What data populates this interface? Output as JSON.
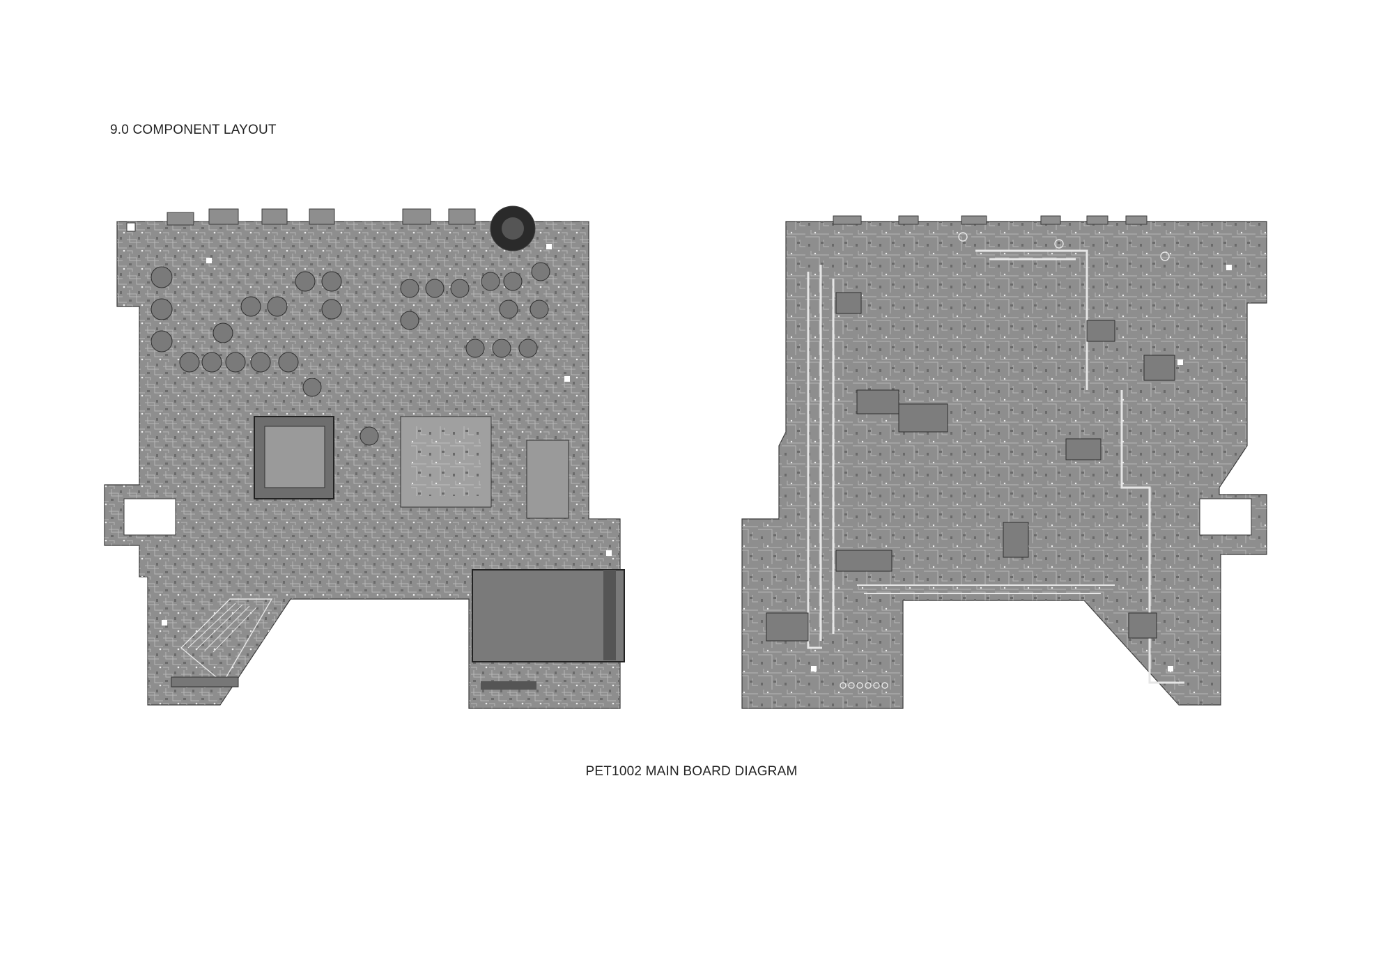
{
  "page": {
    "heading": "9.0 COMPONENT LAYOUT",
    "caption": "PET1002 MAIN BOARD DIAGRAM"
  },
  "colors": {
    "board_fill": "#8e8e8e",
    "trace_color": "#e6e6e6",
    "pad_color": "#6b6b6b",
    "outline_color": "#3a3a3a",
    "background": "#ffffff"
  },
  "boards": [
    {
      "view": "component-side",
      "icon": "pcb-component-side-icon"
    },
    {
      "view": "solder-side",
      "icon": "pcb-solder-side-icon"
    }
  ]
}
